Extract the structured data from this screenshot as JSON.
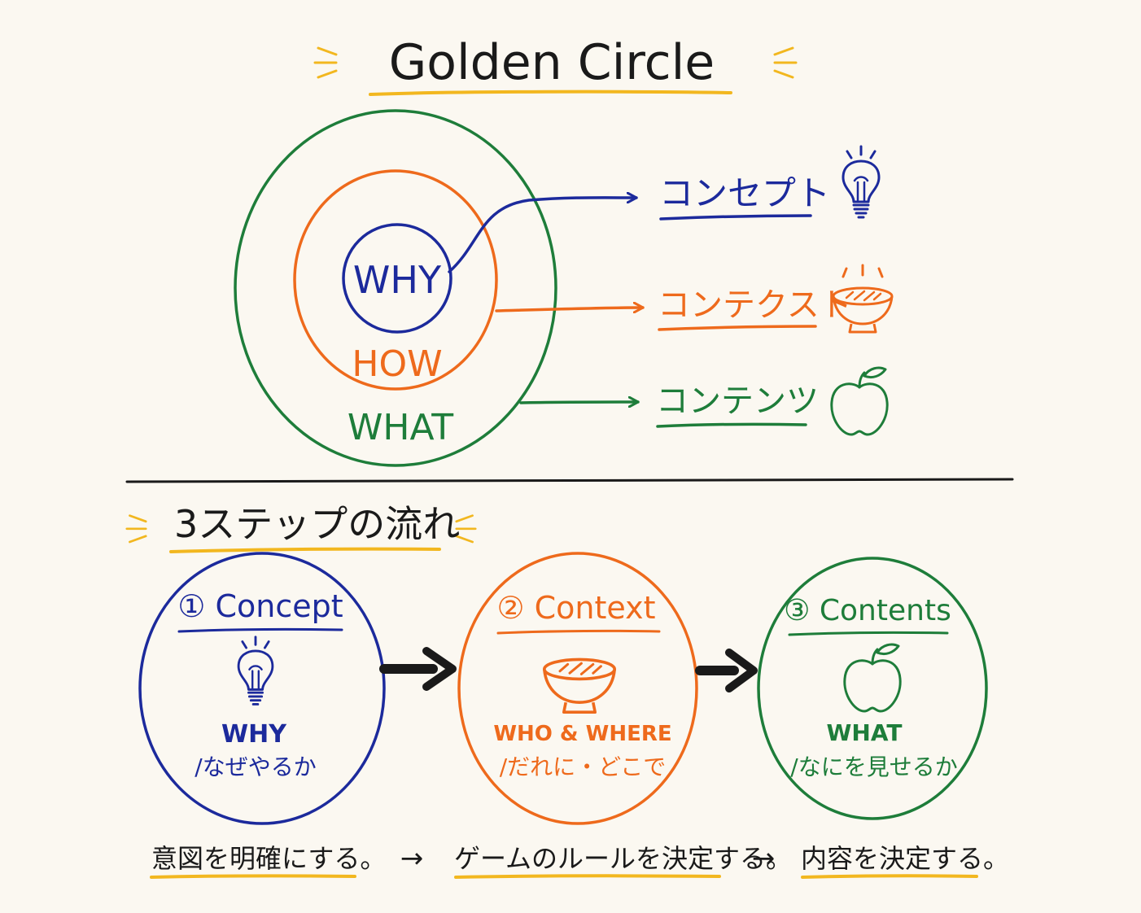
{
  "title": "Golden Circle",
  "colors": {
    "blue": "#1c2a9c",
    "orange": "#ee6a1c",
    "green": "#1e7d3a",
    "yellow": "#f2b71f",
    "ink": "#1a1a1a"
  },
  "circle": {
    "why": "WHY",
    "how": "HOW",
    "what": "WHAT"
  },
  "mapping": [
    {
      "label": "コンセプト",
      "icon": "lightbulb-icon"
    },
    {
      "label": "コンテクスト",
      "icon": "bowl-icon"
    },
    {
      "label": "コンテンツ",
      "icon": "apple-icon"
    }
  ],
  "steps_heading": "3ステップの流れ",
  "steps": [
    {
      "title": "① Concept",
      "icon": "lightbulb-icon",
      "keyword": "WHY",
      "desc": "/なぜやるか"
    },
    {
      "title": "② Context",
      "icon": "bowl-icon",
      "keyword": "WHO & WHERE",
      "desc": "/だれに・どこで"
    },
    {
      "title": "③ Contents",
      "icon": "apple-icon",
      "keyword": "WHAT",
      "desc": "/なにを見せるか"
    }
  ],
  "outcomes": [
    "意図を明確にする。",
    "ゲームのルールを決定する。",
    "内容を決定する。"
  ],
  "outcome_arrow": "→"
}
